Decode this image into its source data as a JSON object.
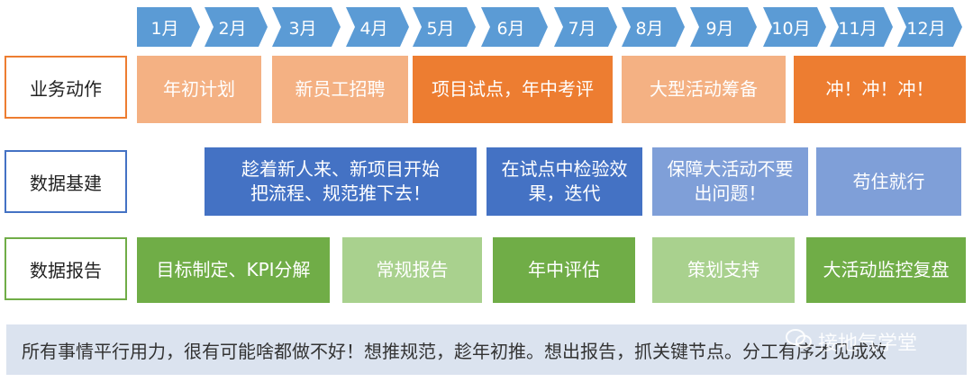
{
  "months": [
    "1月",
    "2月",
    "3月",
    "4月",
    "5月",
    "6月",
    "7月",
    "8月",
    "9月",
    "10月",
    "11月",
    "12月"
  ],
  "rows": {
    "business": {
      "label": "业务动作",
      "color": "#ed7d31"
    },
    "infra": {
      "label": "数据基建",
      "color": "#4472c4"
    },
    "report": {
      "label": "数据报告",
      "color": "#70ad47"
    }
  },
  "business_items": [
    "年初计划",
    "新员工招聘",
    "项目试点，年中考评",
    "大型活动筹备",
    "冲！冲！冲！"
  ],
  "infra_items": [
    [
      "趁着新人来、新项目开始",
      "把流程、规范推下去！"
    ],
    [
      "在试点中检验效",
      "果，迭代"
    ],
    [
      "保障大活动不要",
      "出问题！"
    ],
    [
      "苟住就行"
    ]
  ],
  "report_items": [
    "目标制定、KPI分解",
    "常规报告",
    "年中评估",
    "策划支持",
    "大活动监控复盘"
  ],
  "footer": "所有事情平行用力，很有可能啥都做不好！想推规范，趁年初推。想出报告，抓关键节点。分工有序才见成效",
  "watermark": "接地气学堂",
  "colors": {
    "month_chevron": "#5b9bd5",
    "business_light": "#f4b183",
    "business_dark": "#ed7d31",
    "infra_dark": "#4472c4",
    "infra_light": "#7f9fd8",
    "report_dark": "#70ad47",
    "report_light": "#a9d18e",
    "footer_bg": "#dbe3ef"
  }
}
